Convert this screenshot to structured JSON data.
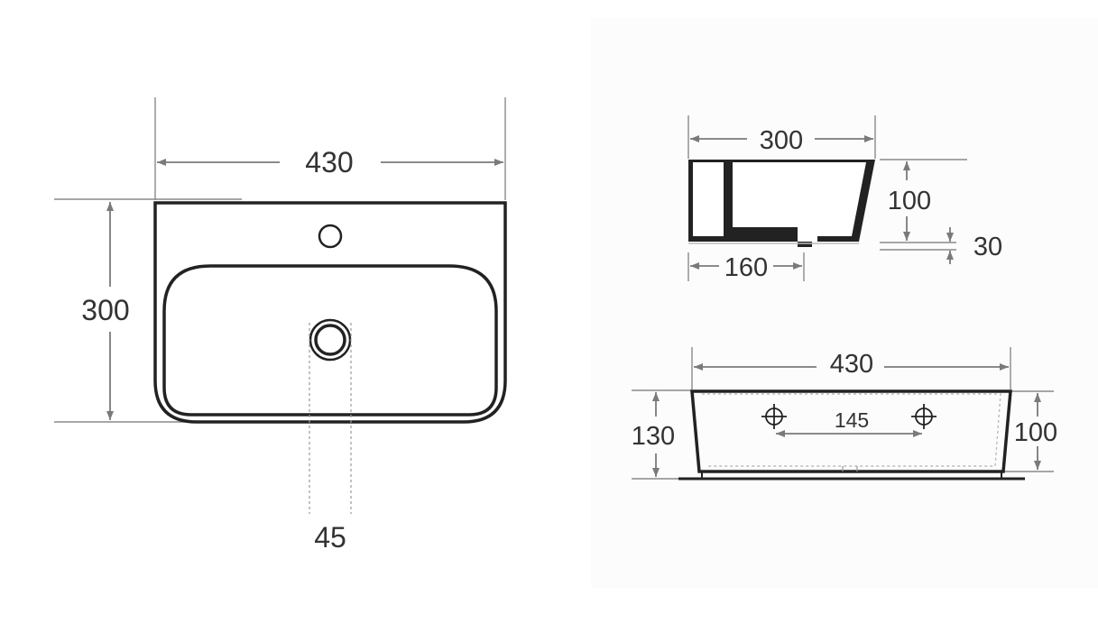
{
  "diagram": {
    "top_view": {
      "width_label": "430",
      "depth_label": "300",
      "drain_label": "45"
    },
    "side_view": {
      "depth_label": "300",
      "height_label": "100",
      "base_label": "30",
      "inner_label": "160"
    },
    "front_view": {
      "width_label": "430",
      "total_height_label": "130",
      "bowl_height_label": "100",
      "bracket_spacing_label": "145"
    },
    "colors": {
      "outline": "#222222",
      "dimension": "#7a7a7a",
      "text": "#333333"
    }
  }
}
